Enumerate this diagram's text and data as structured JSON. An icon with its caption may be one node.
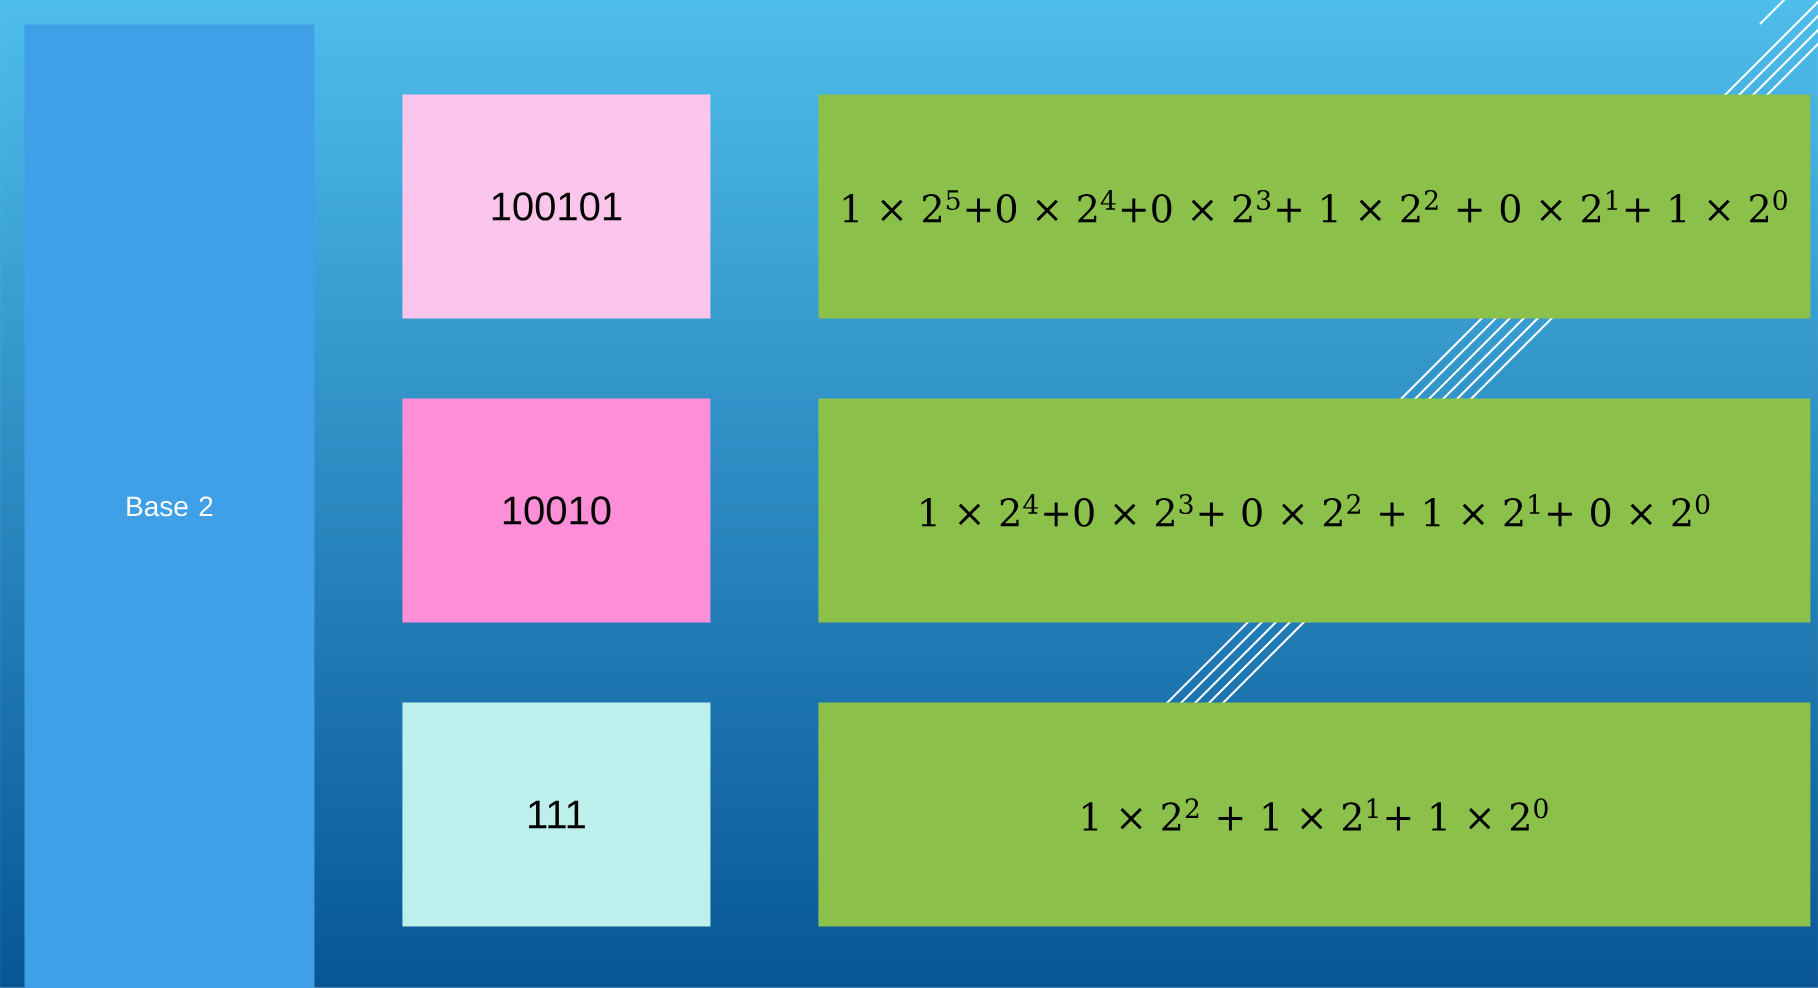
{
  "diagram": {
    "nodes": [
      {
        "text": [
          "Base 2"
        ]
      },
      {
        "text": [
          "100101"
        ]
      },
      {
        "text": [
          "10010"
        ]
      },
      {
        "text": [
          "111"
        ]
      },
      {
        "text": [
          "1 × 2$^{5}$+0 × 2$^{4}$+0 × 2$^{3}$+ 1 × 2$^{2}$ + 0 × 2$^{1}$+ 1 × 2$^{0}$"
        ]
      },
      {
        "text": [
          "1 × 2$^{4}$+0 × 2$^{3}$+ 0 × 2$^{2}$ + 1 × 2$^{1}$+ 0 × 2$^{0}$"
        ]
      },
      {
        "text": [
          "1 × 2$^{2}$ + 1 × 2$^{1}$+ 1 × 2$^{0}$"
        ]
      }
    ]
  }
}
